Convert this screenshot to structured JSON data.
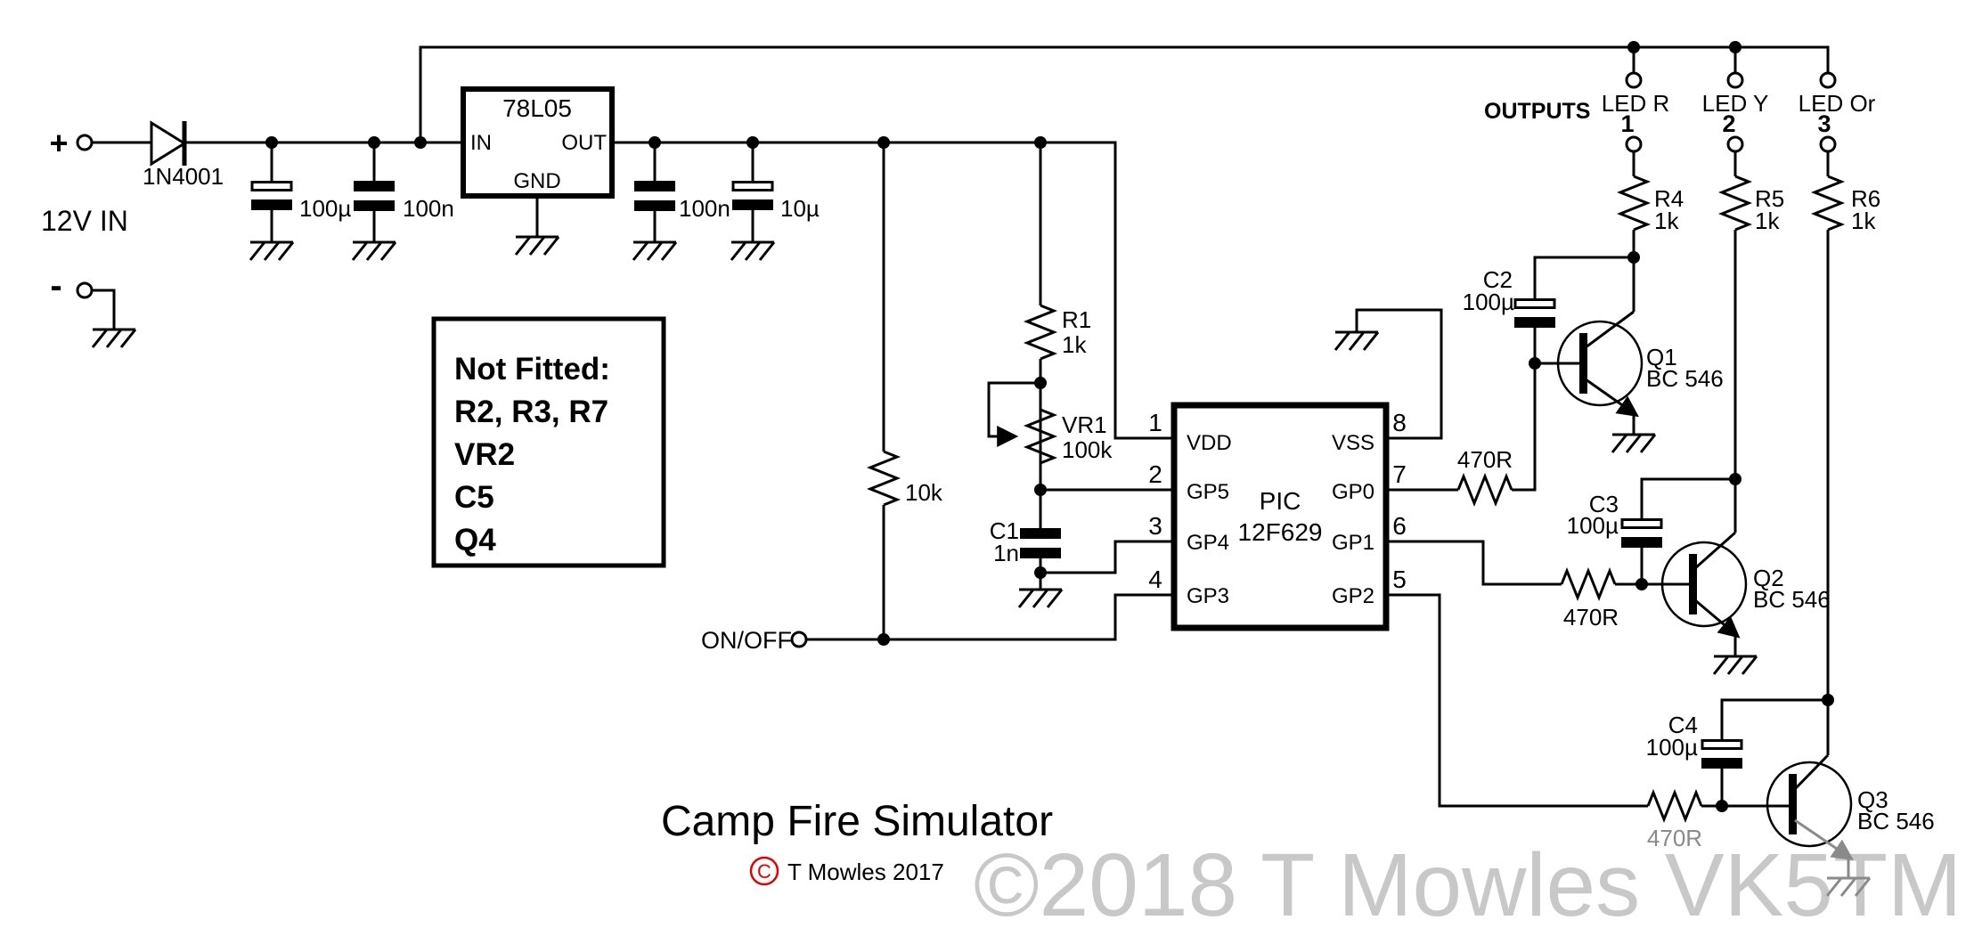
{
  "title": "Camp Fire Simulator",
  "copyright": {
    "symbol": "C",
    "text": "T Mowles 2017"
  },
  "watermark": "©2018 T Mowles VK5TM",
  "colors": {
    "ink": "#000000",
    "accent_red": "#e60000",
    "watermark_gray": "#c8c8c8",
    "faded_gray": "#8a8a8a",
    "background": "#ffffff"
  },
  "input": {
    "plus": "+",
    "minus": "-",
    "label": "12V IN",
    "diode": "1N4001",
    "cap_100u": "100µ",
    "cap_100n": "100n"
  },
  "regulator": {
    "name": "78L05",
    "pin_in": "IN",
    "pin_out": "OUT",
    "pin_gnd": "GND",
    "cap_100n": "100n",
    "cap_10u": "10µ"
  },
  "not_fitted": [
    "Not Fitted:",
    "R2, R3, R7",
    "VR2",
    "C5",
    "Q4"
  ],
  "r_10k": "10k",
  "on_off": "ON/OFF",
  "r1": {
    "name": "R1",
    "value": "1k"
  },
  "vr1": {
    "name": "VR1",
    "value": "100k"
  },
  "c1": {
    "name": "C1",
    "value": "1n"
  },
  "pic": {
    "name": "PIC",
    "part": "12F629",
    "pins_left": [
      {
        "num": "1",
        "label": "VDD"
      },
      {
        "num": "2",
        "label": "GP5"
      },
      {
        "num": "3",
        "label": "GP4"
      },
      {
        "num": "4",
        "label": "GP3"
      }
    ],
    "pins_right": [
      {
        "num": "8",
        "label": "VSS"
      },
      {
        "num": "7",
        "label": "GP0"
      },
      {
        "num": "6",
        "label": "GP1"
      },
      {
        "num": "5",
        "label": "GP2"
      }
    ]
  },
  "outputs": {
    "header": "OUTPUTS",
    "channels": [
      {
        "led": "LED R",
        "num": "1",
        "res": "R4",
        "res_val": "1k",
        "cap": "C2",
        "cap_val": "100µ",
        "base_res": "470R",
        "q": "Q1",
        "q_part": "BC 546"
      },
      {
        "led": "LED Y",
        "num": "2",
        "res": "R5",
        "res_val": "1k",
        "cap": "C3",
        "cap_val": "100µ",
        "base_res": "470R",
        "q": "Q2",
        "q_part": "BC 546"
      },
      {
        "led": "LED Or",
        "num": "3",
        "res": "R6",
        "res_val": "1k",
        "cap": "C4",
        "cap_val": "100µ",
        "base_res": "470R",
        "q": "Q3",
        "q_part": "BC 546"
      }
    ]
  }
}
